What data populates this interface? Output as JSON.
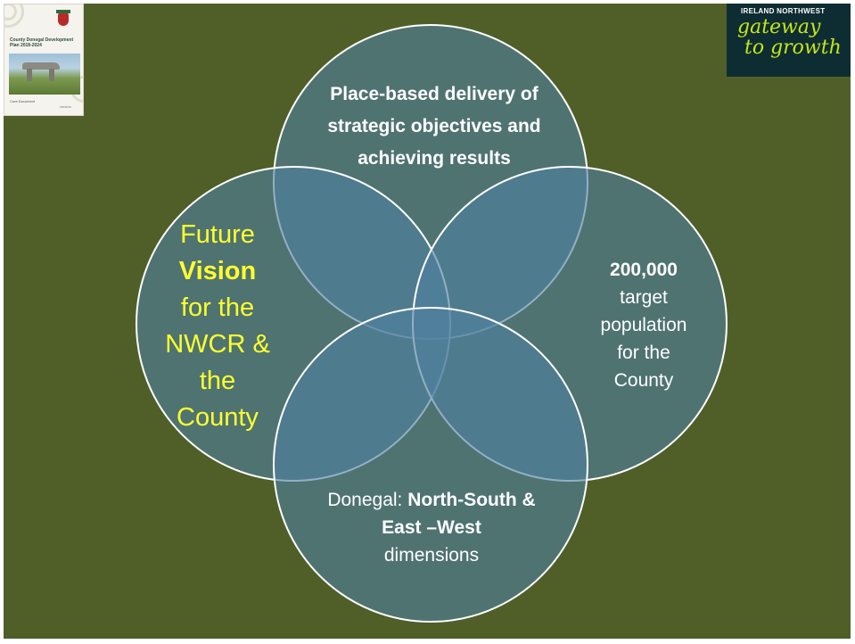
{
  "thumbnail": {
    "title": "County Donegal Development Plan 2018-2024",
    "footer": "Core Document",
    "version": "version"
  },
  "logo": {
    "top_text": "IRELAND NORTHWEST",
    "line1": "gateway",
    "line2": "to growth",
    "accent_color": "#c5e51a",
    "background_color": "#0e2d33"
  },
  "circles": {
    "top": {
      "text": "Place-based delivery of strategic objectives and achieving results"
    },
    "left": {
      "line1": "Future",
      "line2": "Vision",
      "line3": "for the",
      "line4": "NWCR &",
      "line5": "the",
      "line6": "County",
      "color": "#ffff2e"
    },
    "right": {
      "number": "200,000",
      "line1": "target",
      "line2": "population",
      "line3": "for the",
      "line4": "County"
    },
    "bottom": {
      "prefix": "Donegal: ",
      "bold_part": "North-South & East –West",
      "suffix": "dimensions"
    }
  },
  "colors": {
    "background": "#4f5f27",
    "circle_fill": "#4f7f9f",
    "circle_stroke": "#ffffff"
  }
}
